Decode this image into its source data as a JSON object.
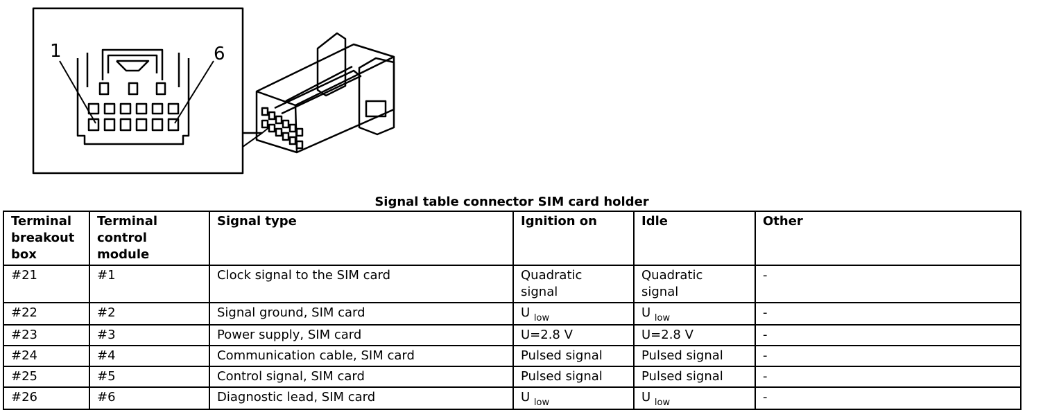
{
  "diagram": {
    "callouts": {
      "left": "1",
      "right": "6"
    }
  },
  "caption": "Signal table connector SIM card holder",
  "table": {
    "headers": [
      [
        "Terminal",
        "breakout",
        "box"
      ],
      [
        "Terminal",
        "control",
        "module"
      ],
      [
        "Signal type"
      ],
      [
        "Ignition on"
      ],
      [
        "Idle"
      ],
      [
        "Other"
      ]
    ],
    "rows": [
      {
        "breakout": "#21",
        "module": "#1",
        "signal": "Clock signal to the SIM card",
        "ign": [
          "Quadratic",
          "signal"
        ],
        "idle": [
          "Quadratic",
          "signal"
        ],
        "other": "-"
      },
      {
        "breakout": "#22",
        "module": "#2",
        "signal": "Signal ground, SIM card",
        "ign": {
          "main": "U",
          "sub": "low"
        },
        "idle": {
          "main": "U",
          "sub": "low"
        },
        "other": "-"
      },
      {
        "breakout": "#23",
        "module": "#3",
        "signal": "Power supply, SIM card",
        "ign": "U=2.8 V",
        "idle": "U=2.8 V",
        "other": "-"
      },
      {
        "breakout": "#24",
        "module": "#4",
        "signal": "Communication cable, SIM card",
        "ign": "Pulsed signal",
        "idle": "Pulsed signal",
        "other": "-"
      },
      {
        "breakout": "#25",
        "module": "#5",
        "signal": "Control signal, SIM card",
        "ign": "Pulsed signal",
        "idle": "Pulsed signal",
        "other": "-"
      },
      {
        "breakout": "#26",
        "module": "#6",
        "signal": "Diagnostic lead, SIM card",
        "ign": {
          "main": "U",
          "sub": "low"
        },
        "idle": {
          "main": "U",
          "sub": "low"
        },
        "other": "-"
      }
    ]
  }
}
